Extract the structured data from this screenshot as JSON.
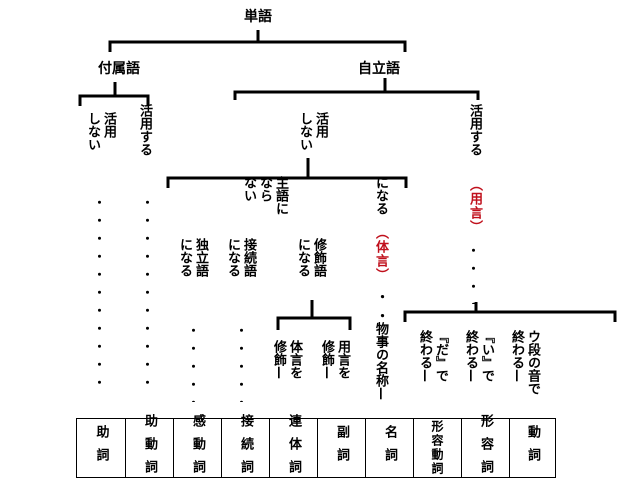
{
  "tree": {
    "root": "単語",
    "fuzokugo": "付属語",
    "jiritsugo": "自立語",
    "fz_no_conj": [
      "活用",
      "しない"
    ],
    "fz_conj": "活用する",
    "jr_no_conj": [
      "活用",
      "しない"
    ],
    "jr_conj": "活用する",
    "yougen": "（用言）",
    "not_subject": [
      "主語に",
      "なら",
      "ない"
    ],
    "subject": "になる",
    "taigen": "（体言）",
    "dot_pair": "・・",
    "meaning_noun": "物事の名称—",
    "dokuritsu": [
      "独立語",
      "になる"
    ],
    "setsuzoku": [
      "接続語",
      "になる"
    ],
    "shushoku": [
      "修飾語",
      "になる"
    ],
    "rentai": [
      "体言を",
      "修飾—"
    ],
    "fukushi_desc": [
      "用言を",
      "修飾—"
    ],
    "u_end": [
      "ウ段の音で",
      "終わる—"
    ],
    "i_end": [
      "『い』で",
      "終わる—"
    ],
    "da_end": [
      "『だ』で",
      "終わる—"
    ]
  },
  "parts_of_speech": [
    "助詞",
    "助動詞",
    "感動詞",
    "接続詞",
    "連体詞",
    "副詞",
    "名詞",
    "形容動詞",
    "形容詞",
    "動詞"
  ],
  "colors": {
    "red": "#c0101c",
    "line": "#000000"
  }
}
